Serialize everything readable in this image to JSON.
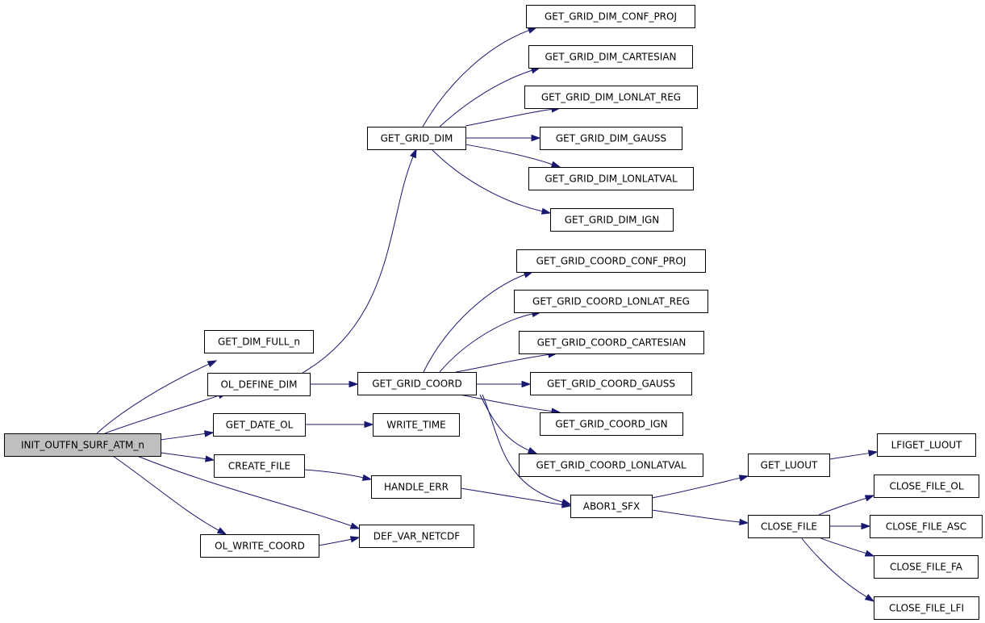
{
  "colors": {
    "edge": "#191970",
    "root_fill": "#bfbfbf",
    "node_fill": "#ffffff",
    "border": "#000000"
  },
  "root": "INIT_OUTFN_SURF_ATM_n",
  "nodes": [
    "INIT_OUTFN_SURF_ATM_n",
    "GET_DIM_FULL_n",
    "OL_DEFINE_DIM",
    "GET_DATE_OL",
    "CREATE_FILE",
    "OL_WRITE_COORD",
    "DEF_VAR_NETCDF",
    "GET_GRID_DIM",
    "GET_GRID_COORD",
    "WRITE_TIME",
    "HANDLE_ERR",
    "GET_GRID_DIM_CONF_PROJ",
    "GET_GRID_DIM_CARTESIAN",
    "GET_GRID_DIM_LONLAT_REG",
    "GET_GRID_DIM_GAUSS",
    "GET_GRID_DIM_LONLATVAL",
    "GET_GRID_DIM_IGN",
    "GET_GRID_COORD_CONF_PROJ",
    "GET_GRID_COORD_LONLAT_REG",
    "GET_GRID_COORD_CARTESIAN",
    "GET_GRID_COORD_GAUSS",
    "GET_GRID_COORD_IGN",
    "GET_GRID_COORD_LONLATVAL",
    "ABOR1_SFX",
    "GET_LUOUT",
    "CLOSE_FILE",
    "LFIGET_LUOUT",
    "CLOSE_FILE_OL",
    "CLOSE_FILE_ASC",
    "CLOSE_FILE_FA",
    "CLOSE_FILE_LFI"
  ],
  "edges": [
    [
      "INIT_OUTFN_SURF_ATM_n",
      "GET_DIM_FULL_n"
    ],
    [
      "INIT_OUTFN_SURF_ATM_n",
      "OL_DEFINE_DIM"
    ],
    [
      "INIT_OUTFN_SURF_ATM_n",
      "GET_DATE_OL"
    ],
    [
      "INIT_OUTFN_SURF_ATM_n",
      "CREATE_FILE"
    ],
    [
      "INIT_OUTFN_SURF_ATM_n",
      "DEF_VAR_NETCDF"
    ],
    [
      "INIT_OUTFN_SURF_ATM_n",
      "OL_WRITE_COORD"
    ],
    [
      "OL_DEFINE_DIM",
      "GET_GRID_DIM"
    ],
    [
      "OL_DEFINE_DIM",
      "GET_GRID_COORD"
    ],
    [
      "GET_DATE_OL",
      "WRITE_TIME"
    ],
    [
      "CREATE_FILE",
      "HANDLE_ERR"
    ],
    [
      "OL_WRITE_COORD",
      "DEF_VAR_NETCDF"
    ],
    [
      "GET_GRID_DIM",
      "GET_GRID_DIM_CONF_PROJ"
    ],
    [
      "GET_GRID_DIM",
      "GET_GRID_DIM_CARTESIAN"
    ],
    [
      "GET_GRID_DIM",
      "GET_GRID_DIM_LONLAT_REG"
    ],
    [
      "GET_GRID_DIM",
      "GET_GRID_DIM_GAUSS"
    ],
    [
      "GET_GRID_DIM",
      "GET_GRID_DIM_LONLATVAL"
    ],
    [
      "GET_GRID_DIM",
      "GET_GRID_DIM_IGN"
    ],
    [
      "GET_GRID_COORD",
      "GET_GRID_COORD_CONF_PROJ"
    ],
    [
      "GET_GRID_COORD",
      "GET_GRID_COORD_LONLAT_REG"
    ],
    [
      "GET_GRID_COORD",
      "GET_GRID_COORD_CARTESIAN"
    ],
    [
      "GET_GRID_COORD",
      "GET_GRID_COORD_GAUSS"
    ],
    [
      "GET_GRID_COORD",
      "GET_GRID_COORD_IGN"
    ],
    [
      "GET_GRID_COORD",
      "GET_GRID_COORD_LONLATVAL"
    ],
    [
      "GET_GRID_COORD",
      "ABOR1_SFX"
    ],
    [
      "HANDLE_ERR",
      "ABOR1_SFX"
    ],
    [
      "ABOR1_SFX",
      "GET_LUOUT"
    ],
    [
      "ABOR1_SFX",
      "CLOSE_FILE"
    ],
    [
      "GET_LUOUT",
      "LFIGET_LUOUT"
    ],
    [
      "CLOSE_FILE",
      "CLOSE_FILE_OL"
    ],
    [
      "CLOSE_FILE",
      "CLOSE_FILE_ASC"
    ],
    [
      "CLOSE_FILE",
      "CLOSE_FILE_FA"
    ],
    [
      "CLOSE_FILE",
      "CLOSE_FILE_LFI"
    ]
  ]
}
